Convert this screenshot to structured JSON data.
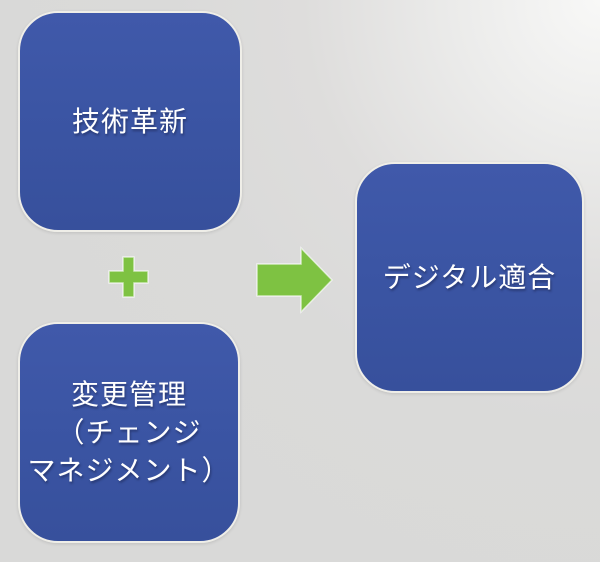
{
  "diagram": {
    "title_implicit": "",
    "boxes": {
      "tech": {
        "label": "技術革新"
      },
      "change": {
        "line1": "変更管理",
        "line2": "（チェンジ",
        "line3": "マネジメント）"
      },
      "digital": {
        "label": "デジタル適合"
      }
    },
    "operators": {
      "plus": "plus-sign",
      "arrow": "right-arrow"
    },
    "colors": {
      "box_fill": "#3B55A4",
      "box_outline": "#EFEEE8",
      "box_text": "#FFFFFF",
      "operator_green": "#7EC242",
      "background_base": "#DADAD9",
      "background_highlight": "#F8F8F7"
    }
  }
}
